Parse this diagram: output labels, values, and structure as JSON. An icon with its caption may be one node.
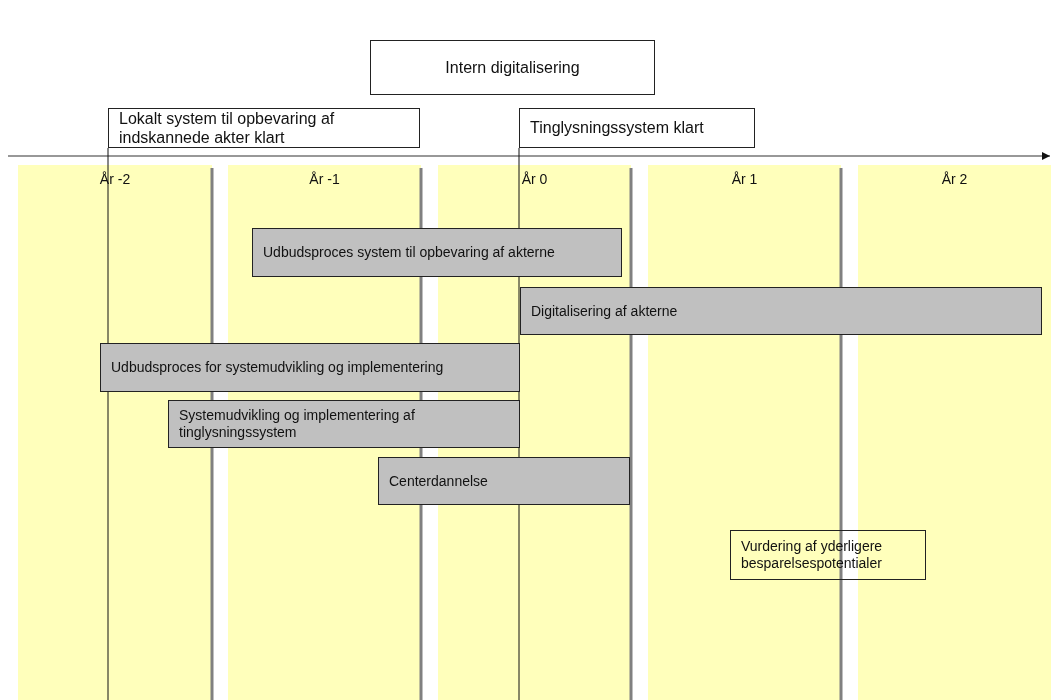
{
  "diagram": {
    "nodes": [
      {
        "text": [
          "Intern digitalisering"
        ]
      },
      {
        "text": [
          "Lokalt system til opbevaring af indskannede akter klart"
        ]
      },
      {
        "text": [
          "Tinglysningssystem klart"
        ]
      },
      {
        "text": [
          "År -2"
        ]
      },
      {
        "text": [
          "År -1"
        ]
      },
      {
        "text": [
          "År 0"
        ]
      },
      {
        "text": [
          "År 1"
        ]
      },
      {
        "text": [
          "År 2"
        ]
      },
      {
        "text": [
          "Udbudsproces system til opbevaring af akterne"
        ]
      },
      {
        "text": [
          "Digitalisering af akterne"
        ]
      },
      {
        "text": [
          "Udbudsproces for systemudvikling og implementering"
        ]
      },
      {
        "text": [
          "Systemudvikling og implementering af tinglysningssystem"
        ]
      },
      {
        "text": [
          "Centerdannelse"
        ]
      },
      {
        "text": [
          "Vurdering af yderligere besparelsespotentialer"
        ]
      }
    ]
  }
}
